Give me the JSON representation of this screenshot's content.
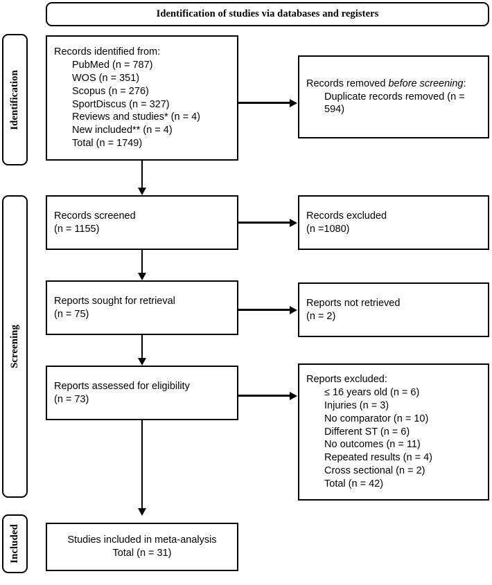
{
  "header": {
    "title": "Identification of studies via databases and registers"
  },
  "phases": [
    {
      "label": "Identification"
    },
    {
      "label": "Screening"
    },
    {
      "label": "Included"
    }
  ],
  "boxes": {
    "identified": {
      "heading": "Records identified from:",
      "items": [
        "PubMed (n = 787)",
        "WOS (n = 351)",
        "Scopus (n = 276)",
        "SportDiscus (n = 327)",
        "Reviews and studies* (n = 4)",
        "New included** (n = 4)"
      ],
      "total": "Total (n = 1749)"
    },
    "removed": {
      "heading_pre": "Records removed ",
      "heading_italic": "before screening",
      "heading_post": ":",
      "item": "Duplicate records removed (n = 594)"
    },
    "screened": {
      "line1": "Records screened",
      "line2": "(n = 1155)"
    },
    "excluded_records": {
      "line1": "Records excluded",
      "line2": "(n =1080)"
    },
    "sought": {
      "line1": "Reports sought for retrieval",
      "line2": "(n = 75)"
    },
    "not_retrieved": {
      "line1": "Reports not retrieved",
      "line2": "(n = 2)"
    },
    "assessed": {
      "line1": "Reports assessed for eligibility",
      "line2": "(n = 73)"
    },
    "excluded_reports": {
      "heading": "Reports excluded:",
      "items": [
        "≤ 16 years old (n = 6)",
        "Injuries (n = 3)",
        "No comparator (n = 10)",
        "Different ST (n = 6)",
        "No outcomes (n = 11)",
        "Repeated results (n = 4)",
        "Cross sectional (n = 2)"
      ],
      "total": "Total (n = 42)"
    },
    "included": {
      "line1": "Studies included in meta-analysis",
      "line2": "Total (n = 31)"
    }
  },
  "colors": {
    "stroke": "#000000",
    "background": "#ffffff"
  }
}
